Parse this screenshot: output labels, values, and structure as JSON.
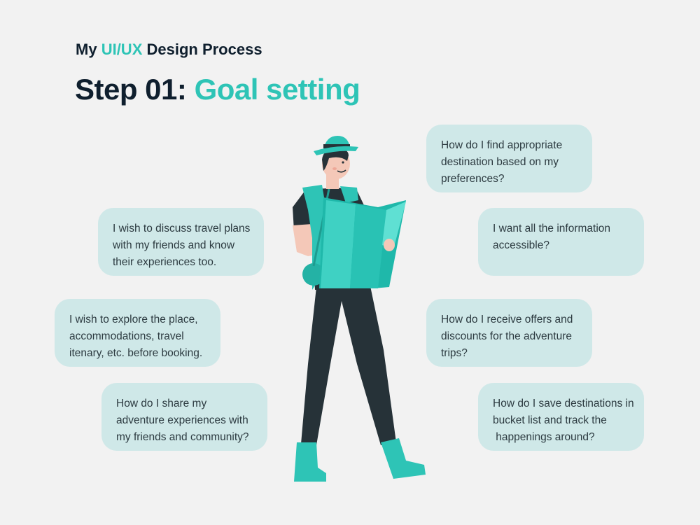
{
  "header": {
    "kicker_prefix": "My ",
    "kicker_accent": "UI/UX",
    "kicker_suffix": " Design Process",
    "title_prefix": "Step 01: ",
    "title_accent": "Goal setting"
  },
  "colors": {
    "background": "#f2f2f2",
    "accent": "#2ec4b6",
    "bubble": "#cfe8e8",
    "heading": "#0f1f2e"
  },
  "bubbles": [
    {
      "lines": [
        "How do I find appropriate",
        "destination based on my",
        "preferences?"
      ]
    },
    {
      "lines": [
        "I wish to discuss travel plans",
        "with my friends and know",
        "their experiences too."
      ]
    },
    {
      "lines": [
        "I want all the information",
        "accessible?"
      ]
    },
    {
      "lines": [
        "I wish to explore the place,",
        "accommodations, travel",
        "itenary, etc. before booking."
      ]
    },
    {
      "lines": [
        "How do I receive offers and",
        "discounts for the adventure",
        "trips?"
      ]
    },
    {
      "lines": [
        "How do I share my",
        "adventure experiences with",
        "my friends and community?"
      ]
    },
    {
      "lines": [
        "How do I save destinations in",
        "bucket list and track the",
        " happenings around?"
      ]
    }
  ],
  "illustration": {
    "subject": "traveler-reading-map"
  }
}
